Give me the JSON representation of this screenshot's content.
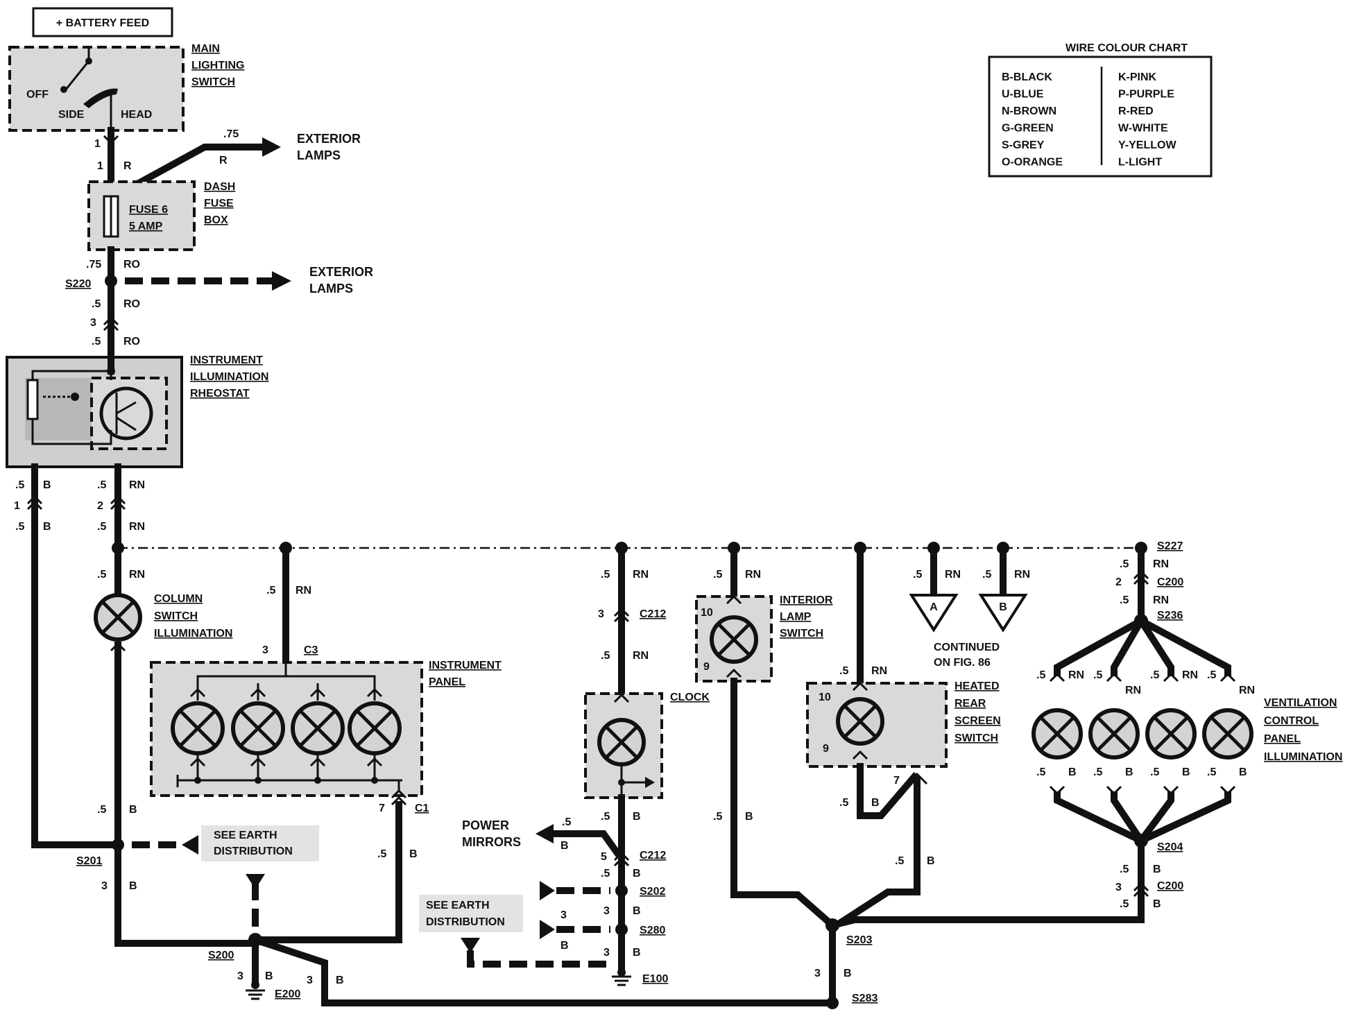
{
  "battery_feed": "+ BATTERY FEED",
  "main_switch": {
    "l1": "MAIN",
    "l2": "LIGHTING",
    "l3": "SWITCH",
    "off": "OFF",
    "side": "SIDE",
    "head": "HEAD"
  },
  "dash_fuse": {
    "fuse1": "FUSE 6",
    "fuse2": "5 AMP",
    "l1": "DASH",
    "l2": "FUSE",
    "l3": "BOX"
  },
  "exterior_lamps": {
    "l1": "EXTERIOR",
    "l2": "LAMPS"
  },
  "rheostat": {
    "l1": "INSTRUMENT",
    "l2": "ILLUMINATION",
    "l3": "RHEOSTAT"
  },
  "column_switch": {
    "l1": "COLUMN",
    "l2": "SWITCH",
    "l3": "ILLUMINATION"
  },
  "instrument_panel": {
    "l1": "INSTRUMENT",
    "l2": "PANEL"
  },
  "clock": "CLOCK",
  "interior_lamp": {
    "l1": "INTERIOR",
    "l2": "LAMP",
    "l3": "SWITCH"
  },
  "heated_rear": {
    "l1": "HEATED",
    "l2": "REAR",
    "l3": "SCREEN",
    "l4": "SWITCH"
  },
  "ventilation": {
    "l1": "VENTILATION",
    "l2": "CONTROL",
    "l3": "PANEL",
    "l4": "ILLUMINATION"
  },
  "continued": {
    "l1": "CONTINUED",
    "l2": "ON FIG. 86",
    "a": "A",
    "b": "B"
  },
  "power_mirrors": {
    "l1": "POWER",
    "l2": "MIRRORS"
  },
  "see_earth": {
    "l1": "SEE EARTH",
    "l2": "DISTRIBUTION"
  },
  "wire_chart": {
    "title": "WIRE COLOUR CHART",
    "left": [
      "B-BLACK",
      "U-BLUE",
      "N-BROWN",
      "G-GREEN",
      "S-GREY",
      "O-ORANGE"
    ],
    "right": [
      "K-PINK",
      "P-PURPLE",
      "R-RED",
      "W-WHITE",
      "Y-YELLOW",
      "L-LIGHT"
    ]
  },
  "splices": {
    "s220": "S220",
    "s201": "S201",
    "s200": "S200",
    "s202": "S202",
    "s280": "S280",
    "s203": "S203",
    "s283": "S283",
    "s227": "S227",
    "s236": "S236",
    "s204": "S204"
  },
  "connectors": {
    "c3": "C3",
    "c1": "C1",
    "c212": "C212",
    "c200": "C200"
  },
  "earths": {
    "e200": "E200",
    "e100": "E100"
  },
  "sizes": {
    "p5": ".5",
    "p75": ".75"
  },
  "colors": {
    "r": "R",
    "ro": "RO",
    "b": "B",
    "rn": "RN"
  },
  "pins": {
    "n1": "1",
    "n2": "2",
    "n3": "3",
    "n5": "5",
    "n7": "7",
    "n9": "9",
    "n10": "10"
  }
}
